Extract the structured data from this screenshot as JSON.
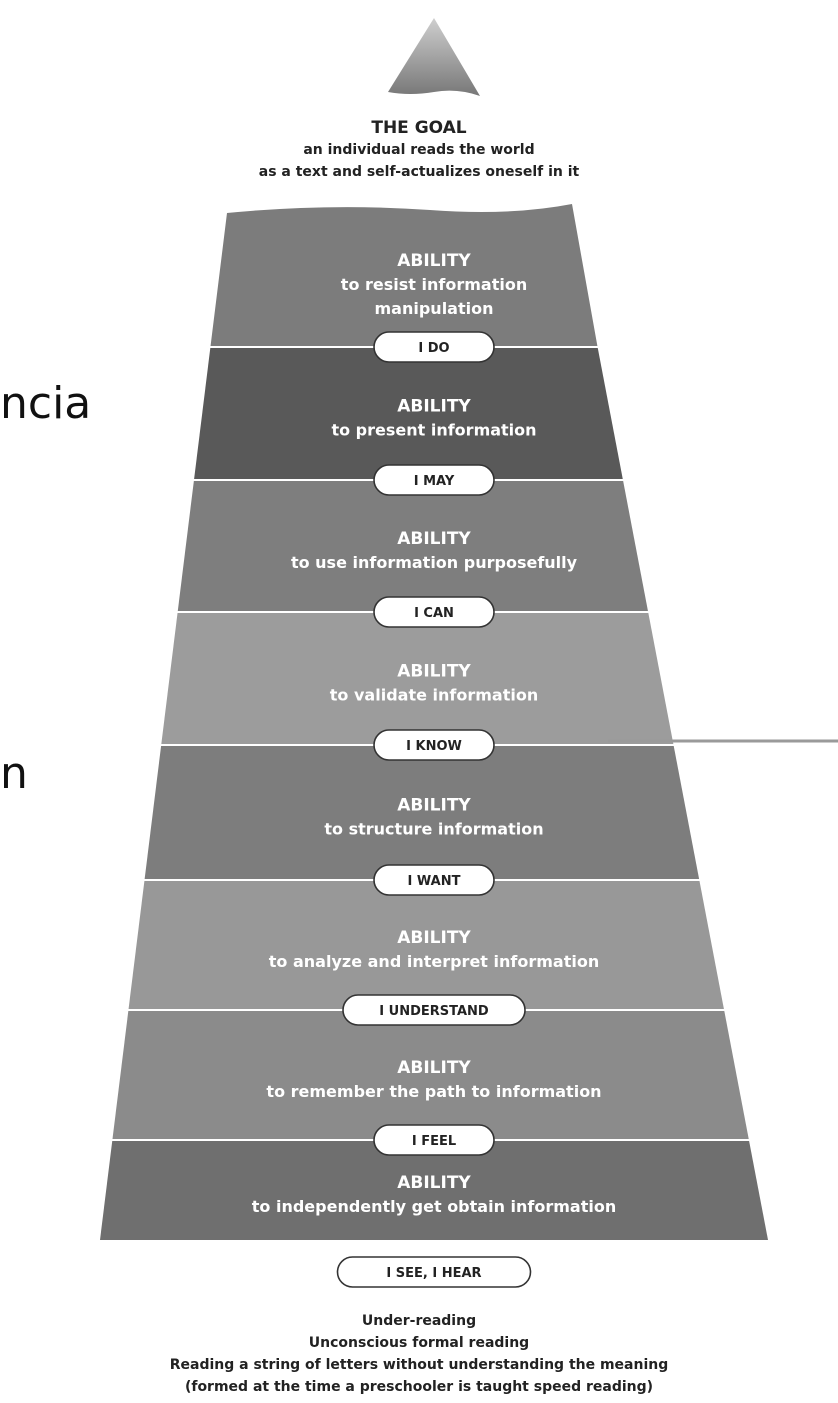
{
  "goal": {
    "title": "THE GOAL",
    "line1": "an individual reads the world",
    "line2": "as a text and self-actualizes oneself in it"
  },
  "levels": [
    {
      "heading": "ABILITY",
      "text1": "to resist information",
      "text2": "manipulation",
      "color": "#7c7c7c"
    },
    {
      "heading": "ABILITY",
      "text1": "to present information",
      "text2": "",
      "color": "#595959"
    },
    {
      "heading": "ABILITY",
      "text1": "to use information purposefully",
      "text2": "",
      "color": "#7e7e7e"
    },
    {
      "heading": "ABILITY",
      "text1": "to validate information",
      "text2": "",
      "color": "#9c9c9c"
    },
    {
      "heading": "ABILITY",
      "text1": "to structure information",
      "text2": "",
      "color": "#7d7d7d"
    },
    {
      "heading": "ABILITY",
      "text1": "to analyze and interpret information",
      "text2": "",
      "color": "#989898"
    },
    {
      "heading": "ABILITY",
      "text1": "to remember the path to information",
      "text2": "",
      "color": "#8b8b8b"
    },
    {
      "heading": "ABILITY",
      "text1": "to independently get obtain information",
      "text2": "",
      "color": "#6f6f6f"
    }
  ],
  "steps": [
    "I DO",
    "I MAY",
    "I CAN",
    "I KNOW",
    "I WANT",
    "I UNDERSTAND",
    "I FEEL",
    "I SEE, I HEAR"
  ],
  "bottom": {
    "line1": "Under-reading",
    "line2": "Unconscious formal reading",
    "line3": "Reading a string of letters without understanding the meaning",
    "line4": "(formed at the time a preschooler is taught speed reading)"
  },
  "side_fragments": {
    "left_top": "ncia",
    "left_bottom": "n"
  }
}
